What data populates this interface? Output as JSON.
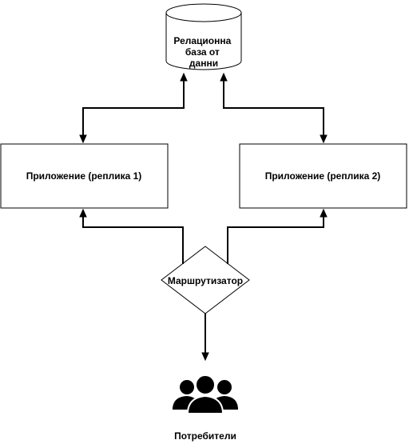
{
  "nodes": {
    "database": {
      "label_lines": [
        "Релационна",
        "база от",
        "данни"
      ]
    },
    "app1": {
      "label": "Приложение (реплика 1)"
    },
    "app2": {
      "label": "Приложение (реплика 2)"
    },
    "router": {
      "label": "Маршрутизатор"
    },
    "users": {
      "label": "Потребители",
      "icon": "users-group-icon"
    }
  },
  "colors": {
    "stroke": "#000000",
    "fill": "#ffffff",
    "text": "#000000"
  }
}
